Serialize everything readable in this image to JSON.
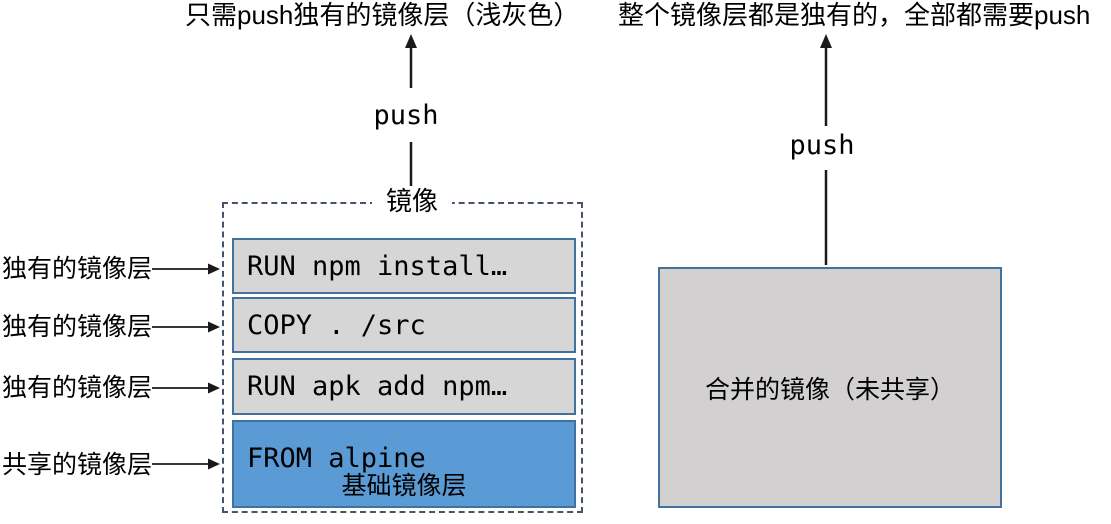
{
  "captions": {
    "left": "只需push独有的镜像层（浅灰色）",
    "right": "整个镜像层都是独有的，全部都需要push"
  },
  "push": {
    "left": "push",
    "right": "push"
  },
  "image_box": {
    "title": "镜像",
    "layers": [
      {
        "text": "RUN npm install…",
        "type": "unique"
      },
      {
        "text": "COPY . /src",
        "type": "unique"
      },
      {
        "text": "RUN apk add npm…",
        "type": "unique"
      },
      {
        "text": "FROM alpine",
        "sub": "基础镜像层",
        "type": "shared"
      }
    ]
  },
  "side_labels": [
    "独有的镜像层",
    "独有的镜像层",
    "独有的镜像层",
    "共享的镜像层"
  ],
  "merged_box": {
    "label": "合并的镜像（未共享）"
  },
  "colors": {
    "shared_layer_blue": "#5B9BD5",
    "solid_border_blue": "#41719C",
    "dashed_border_slate": "#44546A",
    "unique_layer_gray": "#D6D6D6",
    "merged_box_gray": "#D2D0D0",
    "arrow_black": "#1A1A1A"
  }
}
